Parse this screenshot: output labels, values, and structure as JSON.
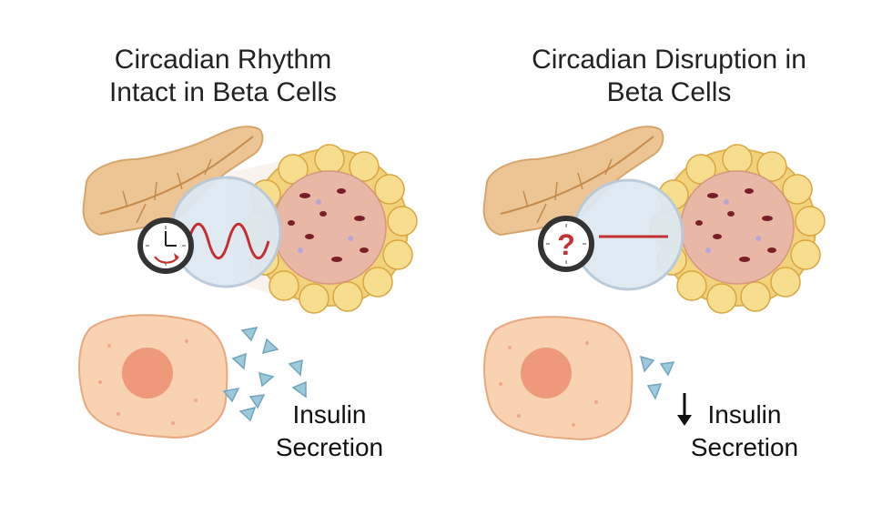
{
  "panels": [
    {
      "title_lines": [
        "Circadian Rhythm",
        "Intact in Beta Cells"
      ],
      "secretion_lines": [
        "Insulin",
        "Secretion"
      ],
      "state": "intact",
      "clock_icon": "clock-icon"
    },
    {
      "title_lines": [
        "Circadian Disruption in",
        "Beta Cells"
      ],
      "secretion_lines": [
        "Insulin",
        "Secretion"
      ],
      "state": "disrupted",
      "clock_icon": "clock-question-icon",
      "clock_symbol": "?",
      "indicator": "down-arrow-icon"
    }
  ],
  "colors": {
    "pancreas": "#EDC594",
    "islet_core": "#E8B7A6",
    "islet_ring": "#F2D27A",
    "wave": "#C62F2F",
    "beta_cell": "#F9D2B1",
    "nucleus": "#EE9A7A",
    "insulin": "#9CC9DC",
    "lens": "#DDE8F2"
  }
}
